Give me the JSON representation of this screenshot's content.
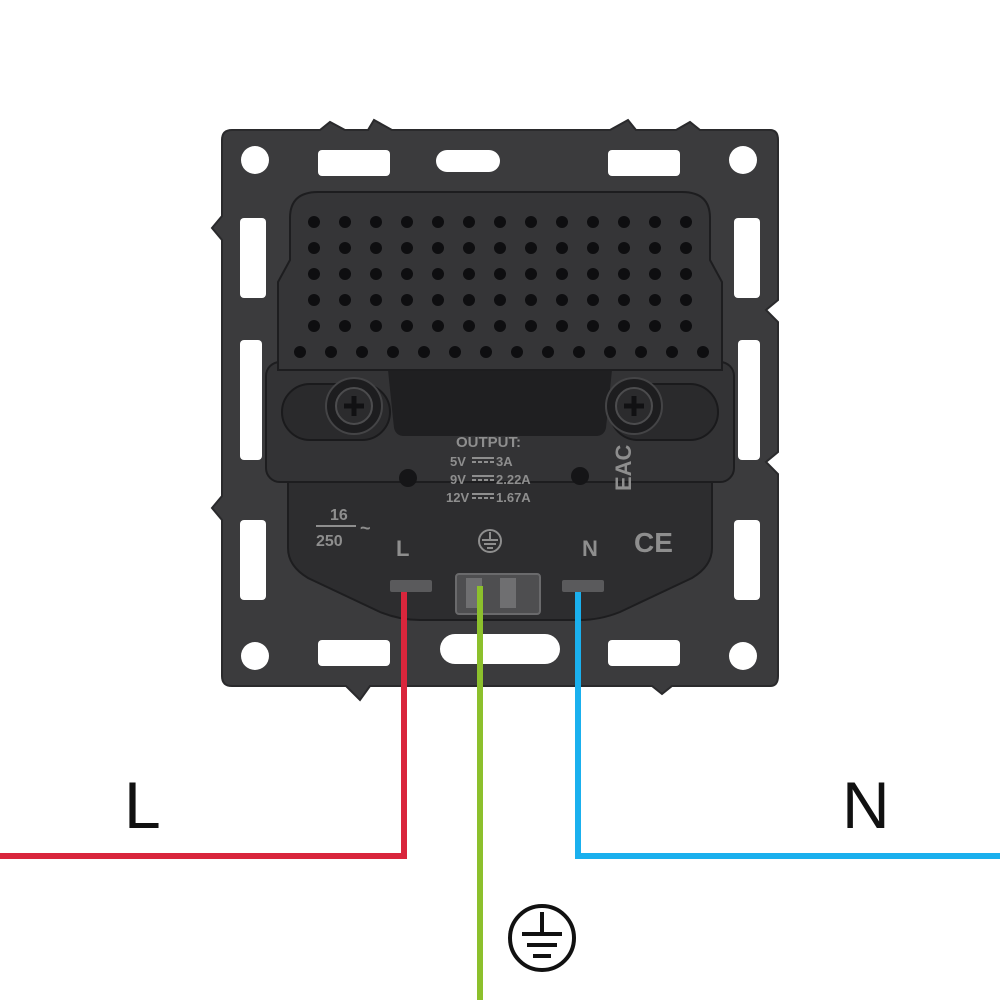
{
  "device": {
    "output_title": "OUTPUT:",
    "output_lines": [
      "5V",
      "3A",
      "9V",
      "2.22A",
      "12V",
      "1.67A"
    ],
    "rating_top": "16",
    "rating_bottom": "250",
    "rating_suffix": "~",
    "terminal_l": "L",
    "terminal_n": "N",
    "mark_eac": "EAC",
    "mark_ce": "CE"
  },
  "wires": {
    "live": {
      "label": "L",
      "color": "#d9263c"
    },
    "earth": {
      "label": "earth-symbol",
      "color": "#8cc02c"
    },
    "neutral": {
      "label": "N",
      "color": "#1ab0ee"
    }
  },
  "colors": {
    "frame": "#3b3b3d",
    "body": "#323234",
    "body_dark": "#222224",
    "mold_text": "#8e8e8e"
  }
}
